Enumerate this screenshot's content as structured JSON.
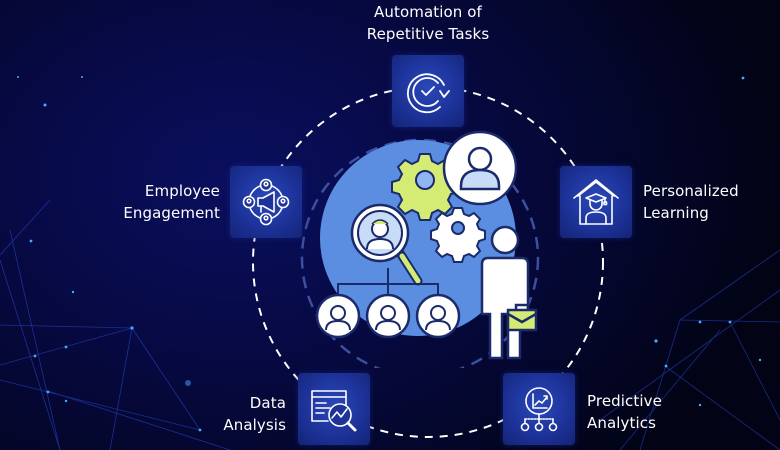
{
  "diagram": {
    "type": "radial-hub",
    "center": {
      "description": "AI in HR central illustration",
      "icons": [
        "gear-icon",
        "user-profile-icon",
        "magnifier-candidate-icon",
        "team-hierarchy-icon",
        "businessman-icon"
      ]
    },
    "nodes": [
      {
        "id": "automation",
        "lines": [
          "Automation of",
          "Repetitive Tasks"
        ],
        "icon": "clock-check-refresh-icon",
        "position": "top"
      },
      {
        "id": "engagement",
        "lines": [
          "Employee",
          "Engagement"
        ],
        "icon": "megaphone-network-icon",
        "position": "upper-left"
      },
      {
        "id": "learning",
        "lines": [
          "Personalized",
          "Learning"
        ],
        "icon": "graduate-house-icon",
        "position": "upper-right"
      },
      {
        "id": "data",
        "lines": [
          "Data",
          "Analysis"
        ],
        "icon": "chart-magnifier-icon",
        "position": "lower-left"
      },
      {
        "id": "predictive",
        "lines": [
          "Predictive",
          "Analytics"
        ],
        "icon": "trend-nodes-icon",
        "position": "lower-right"
      }
    ]
  },
  "colors": {
    "background_dark": "#04062a",
    "background_mid": "#0a0f5e",
    "tile": "#1d339a",
    "center_circle": "#5b8de0",
    "accent_lime": "#d4ec74",
    "outline_navy": "#1b2a6b",
    "white": "#ffffff"
  }
}
